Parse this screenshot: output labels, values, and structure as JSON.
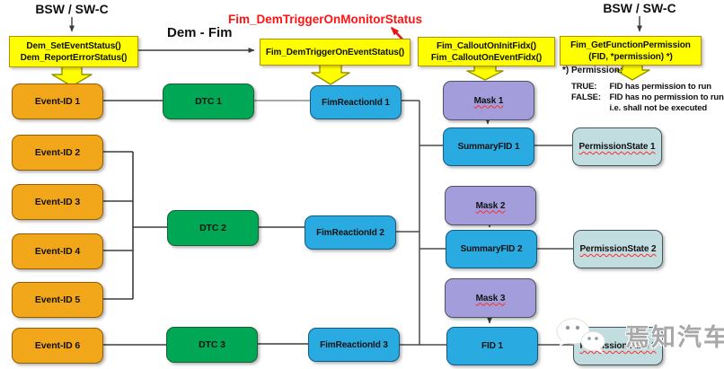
{
  "header": {
    "bsw_left": "BSW / SW-C",
    "bsw_right": "BSW / SW-C",
    "dem_fim_label": "Dem - Fim",
    "annotation_red": "Fim_DemTriggerOnMonitorStatus"
  },
  "api_boxes": {
    "dem": {
      "line1": "Dem_SetEventStatus()",
      "line2": "Dem_ReportErrorStatus()"
    },
    "fim_trigger": {
      "line1": "Fim_DemTriggerOnEventStatus()"
    },
    "fim_callout": {
      "line1": "Fim_CalloutOnInitFidx()",
      "line2": "Fim_CalloutOnEventFidx()"
    },
    "fim_getpermission": {
      "line1": "Fim_GetFunctionPermission",
      "line2": "(FID, *permission)  *)"
    }
  },
  "permission_note": {
    "title": "*) Permission:",
    "rows": [
      {
        "label": "TRUE:",
        "text": "FID has permission to run"
      },
      {
        "label": "FALSE:",
        "text": "FID has no permission to run,"
      },
      {
        "label": "",
        "text": "i.e. shall not be executed"
      }
    ]
  },
  "event_ids": [
    "Event-ID 1",
    "Event-ID 2",
    "Event-ID 3",
    "Event-ID 4",
    "Event-ID 5",
    "Event-ID 6"
  ],
  "dtcs": [
    "DTC 1",
    "DTC 2",
    "DTC 3"
  ],
  "fim_reaction_ids": [
    "FimReactionId 1",
    "FimReactionId 2",
    "FimReactionId 3"
  ],
  "masks": [
    "Mask 1",
    "Mask 2",
    "Mask 3"
  ],
  "summary_fids": [
    "SummaryFID 1",
    "SummaryFID 2",
    "FID 1"
  ],
  "permission_states": [
    "PermissionState 1",
    "PermissionState 2",
    "PermissionState 3"
  ],
  "watermark": {
    "text": "焉知汽车",
    "icon": "wechat-chat-bubbles-icon"
  },
  "colors": {
    "api_box": "#FFFF00",
    "event": "#F2A71B",
    "dtc": "#00A754",
    "reaction_blue": "#29ABE2",
    "mask_purple": "#A39EDB",
    "permission_state": "#C2DDE0",
    "annotation_red": "#FF1414",
    "connector": "#3C3C3C"
  }
}
